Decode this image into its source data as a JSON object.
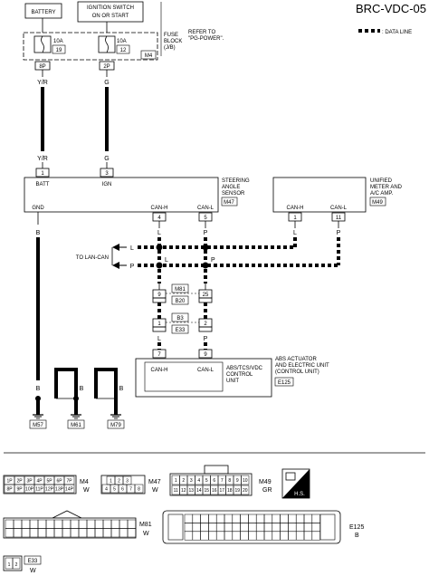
{
  "header": {
    "diagram_id": "BRC-VDC-05",
    "legend_label": ": DATA LINE"
  },
  "power": {
    "battery": "BATTERY",
    "ignition_line1": "IGNITION SWITCH",
    "ignition_line2": "ON OR START",
    "fuse1_rating": "10A",
    "fuse1_number": "19",
    "fuse2_rating": "10A",
    "fuse2_number": "12",
    "fuse_block_l1": "FUSE",
    "fuse_block_l2": "BLOCK",
    "fuse_block_l3": "(J/B)",
    "refer_l1": "REFER TO",
    "refer_l2": "\"PG-POWER\".",
    "fuse_connector": "M4",
    "pin1": "8P",
    "pin2": "2P",
    "wire1": "Y/R",
    "wire2": "G"
  },
  "steering_sensor": {
    "name_l1": "STEERING",
    "name_l2": "ANGLE",
    "name_l3": "SENSOR",
    "connector": "M47",
    "wire_batt": "Y/R",
    "wire_ign": "G",
    "pin_batt": "1",
    "pin_ign": "3",
    "label_batt": "BATT",
    "label_ign": "IGN",
    "label_gnd": "GND",
    "label_canh": "CAN-H",
    "label_canl": "CAN-L",
    "pin_canh": "4",
    "pin_canl": "5",
    "wire_gnd": "B",
    "wire_canh": "L",
    "wire_canl": "P"
  },
  "meter": {
    "name_l1": "UNIFIED",
    "name_l2": "METER AND",
    "name_l3": "A/C AMP.",
    "connector": "M49",
    "label_canh": "CAN-H",
    "label_canl": "CAN-L",
    "pin_canh": "1",
    "pin_canl": "11",
    "wire_canh": "L",
    "wire_canl": "P"
  },
  "lan": {
    "label": "TO LAN-CAN",
    "arrow_l": "L",
    "arrow_p": "P",
    "wire_l_mid": "L",
    "wire_p_mid": "P",
    "m81_l_pin": "9",
    "m81_p_pin": "25",
    "m81": "M81",
    "b20": "B20",
    "b3_l_pin": "1",
    "b3_p_pin": "2",
    "b3": "B3",
    "e33": "E33",
    "wire_l_low": "L",
    "wire_p_low": "P"
  },
  "abs": {
    "name_l1": "ABS ACTUATOR",
    "name_l2": "AND ELECTRIC UNIT",
    "name_l3": "(CONTROL UNIT)",
    "unit_l1": "ABS/TCS/VDC",
    "unit_l2": "CONTROL",
    "unit_l3": "UNIT",
    "label_canh": "CAN-H",
    "label_canl": "CAN-L",
    "pin_canh": "7",
    "pin_canl": "9",
    "connector": "E125"
  },
  "grounds": {
    "g1_wire": "B",
    "g2_wire_a": "B",
    "g2_wire_b": "B",
    "g3_wire_a": "B",
    "g3_wire_b": "B",
    "g1": "M57",
    "g2": "M61",
    "g3": "M79"
  },
  "connectors": {
    "m4": "M4",
    "m4_color": "W",
    "m4_row1": [
      "1P",
      "2P",
      "3P",
      "4P",
      "5P",
      "6P",
      "7P"
    ],
    "m4_row2": [
      "8P",
      "9P",
      "10P",
      "11P",
      "12P",
      "13P",
      "14P"
    ],
    "m47": "M47",
    "m47_color": "W",
    "m47_row1": [
      "1",
      "2",
      "3"
    ],
    "m47_row2": [
      "4",
      "5",
      "6",
      "7",
      "8"
    ],
    "m49": "M49",
    "m49_color": "GR",
    "m49_row1": [
      "1",
      "2",
      "3",
      "4",
      "5",
      "6",
      "7",
      "8",
      "9",
      "10"
    ],
    "m49_row2": [
      "11",
      "12",
      "13",
      "14",
      "15",
      "16",
      "17",
      "18",
      "19",
      "20"
    ],
    "hs": "H.S.",
    "m81": "M81",
    "m81_color": "W",
    "e125": "E125",
    "e125_color": "B",
    "e33": "E33",
    "e33_color": "W",
    "e33_pins": [
      "1",
      "2"
    ]
  },
  "colors": {
    "line": "#000000",
    "paper": "#ffffff"
  }
}
